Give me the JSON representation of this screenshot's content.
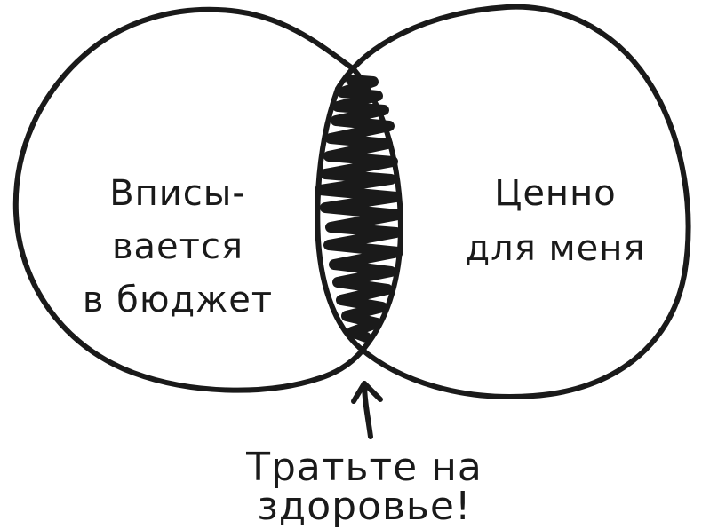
{
  "diagram": {
    "type": "venn",
    "style": "hand-drawn",
    "stroke_color": "#1a1a1a",
    "background_color": "#ffffff",
    "sets": [
      {
        "id": "left",
        "label_lines": [
          "Вписы-",
          "вается",
          "в бюджет"
        ]
      },
      {
        "id": "right",
        "label_lines": [
          "Ценно",
          "для меня"
        ]
      }
    ],
    "intersection": {
      "fill": "scribble",
      "pointer": "up-arrow"
    },
    "caption": "Тратьте на здоровье!"
  }
}
